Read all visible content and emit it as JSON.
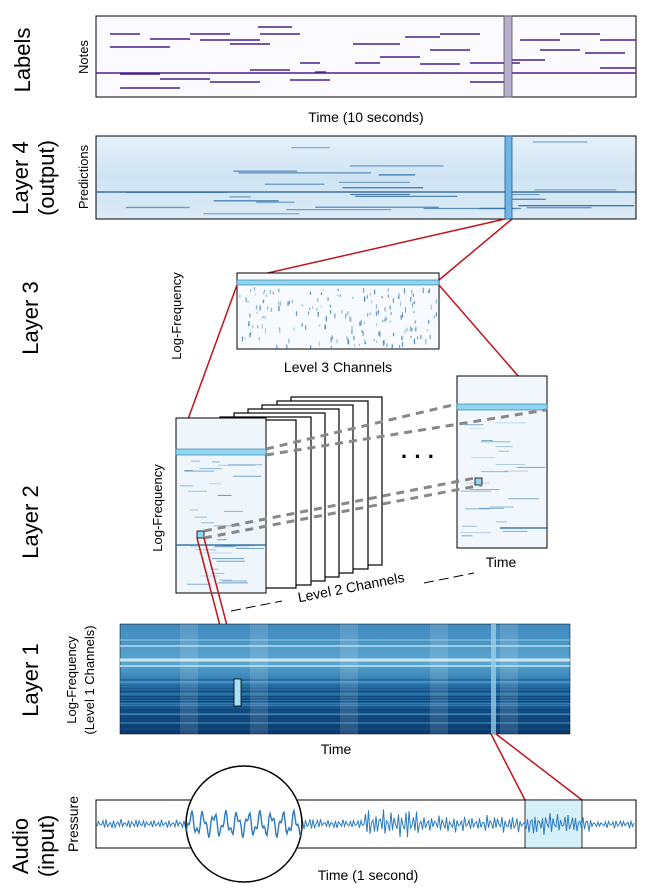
{
  "rows": {
    "labels": "Labels",
    "layer4_line1": "Layer 4",
    "layer4_line2": "(output)",
    "layer3": "Layer 3",
    "layer2": "Layer 2",
    "layer1": "Layer 1",
    "audio_line1": "Audio",
    "audio_line2": "(input)"
  },
  "axes": {
    "notes": "Notes",
    "time_10s": "Time (10 seconds)",
    "predictions": "Predictions",
    "log_freq": "Log-Frequency",
    "level3_channels": "Level 3 Channels",
    "time": "Time",
    "level2_channels": "Level 2 Channels",
    "l1_line1": "Log-Frequency",
    "l1_line2": "(Level 1 Channels)",
    "pressure": "Pressure",
    "time_1s": "Time (1 second)"
  },
  "ellipsis": "· · ·",
  "colors": {
    "note_line": "#4b1f8f",
    "highlight": "#8fd6f2",
    "connector": "#c0141a",
    "spectrogram_dark": "#0b3a6e",
    "spectrogram_light": "#cfe7f4",
    "waveform": "#2b7bbf"
  }
}
